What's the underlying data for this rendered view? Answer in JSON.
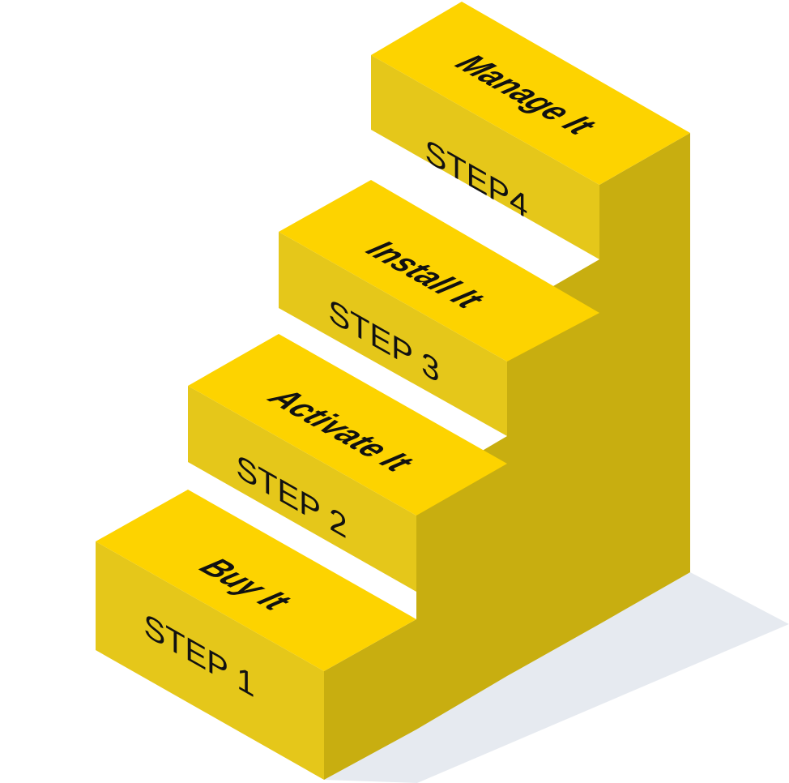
{
  "colors": {
    "top_face": "#FDD300",
    "front_face": "#E5C71A",
    "side_face": "#C8AE10",
    "shadow": "#E6EAF0",
    "text": "#111111"
  },
  "steps": [
    {
      "title": "Buy It",
      "number": "STEP 1"
    },
    {
      "title": "Activate It",
      "number": "STEP 2"
    },
    {
      "title": "Install It",
      "number": "STEP 3"
    },
    {
      "title": "Manage It",
      "number": "STEP4"
    }
  ]
}
